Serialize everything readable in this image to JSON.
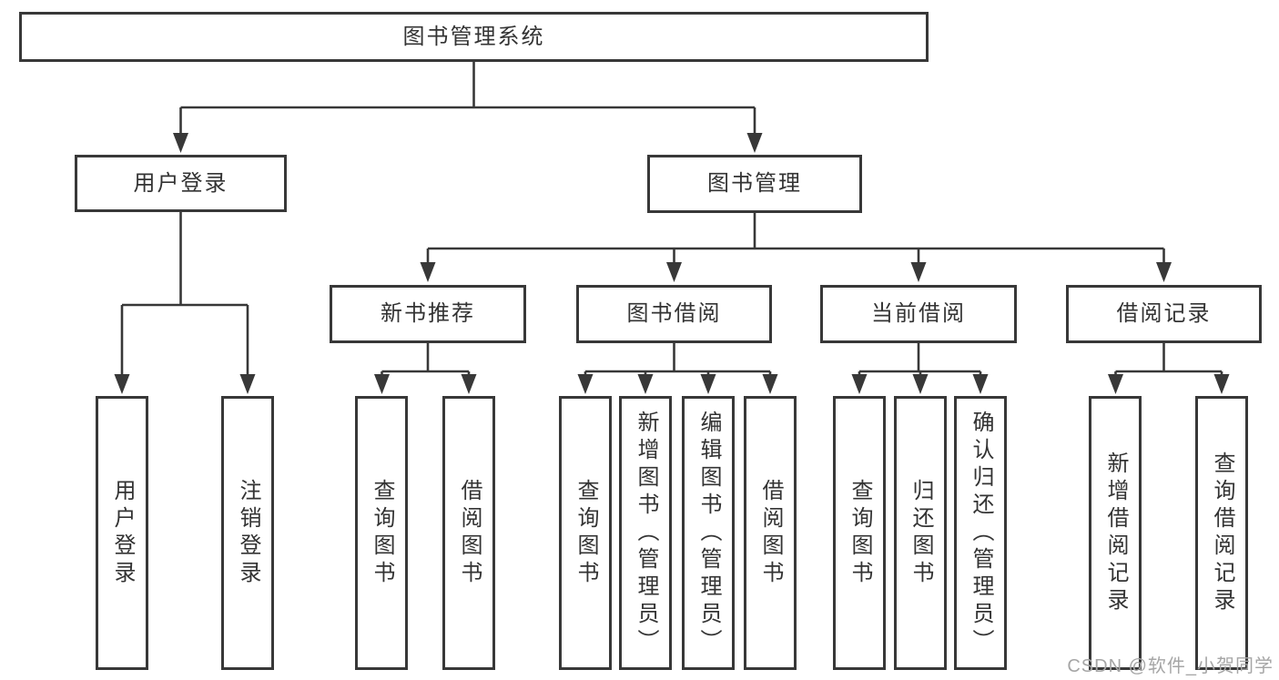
{
  "diagram": {
    "root": {
      "label": "图书管理系统"
    },
    "level2": [
      {
        "label": "用户登录"
      },
      {
        "label": "图书管理"
      }
    ],
    "level3": [
      {
        "label": "新书推荐"
      },
      {
        "label": "图书借阅"
      },
      {
        "label": "当前借阅"
      },
      {
        "label": "借阅记录"
      }
    ],
    "leaves": {
      "user_login": [
        "用户登录",
        "注销登录"
      ],
      "new_book_recommend": [
        "查询图书",
        "借阅图书"
      ],
      "book_borrow": [
        "查询图书",
        "新增图书（管理员）",
        "编辑图书（管理员）",
        "借阅图书"
      ],
      "current_borrow": [
        "查询图书",
        "归还图书",
        "确认归还（管理员）"
      ],
      "borrow_record": [
        "新增借阅记录",
        "查询借阅记录"
      ]
    }
  },
  "watermark": {
    "text": "CSDN @软件_小贺同学"
  },
  "colors": {
    "line": "#383838",
    "text": "#333333",
    "background": "#ffffff",
    "watermark": "#a6a6a6"
  }
}
